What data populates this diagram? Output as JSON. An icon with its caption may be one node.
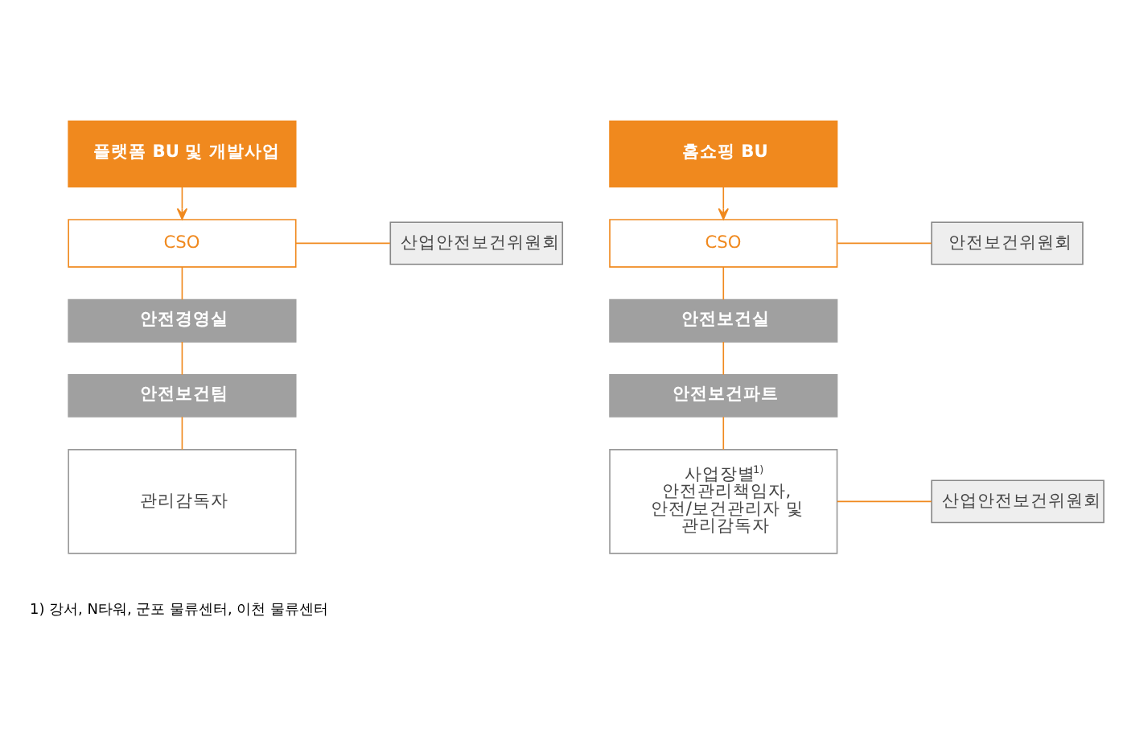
{
  "diagram": {
    "nodes": [
      {
        "text": [
          "플랫폼 BU 및 개발사업"
        ]
      },
      {
        "text": [
          "CSO"
        ]
      },
      {
        "text": [
          "산업안전보건위원회"
        ]
      },
      {
        "text": [
          "안전경영실"
        ]
      },
      {
        "text": [
          "안전보건팀"
        ]
      },
      {
        "text": [
          "관리감독자"
        ]
      },
      {
        "text": [
          "홈쇼핑 BU"
        ]
      },
      {
        "text": [
          "CSO"
        ]
      },
      {
        "text": [
          "안전보건위원회"
        ]
      },
      {
        "text": [
          "안전보건실"
        ]
      },
      {
        "text": [
          "안전보건파트"
        ]
      },
      {
        "text": [
          "사업장별$^{1)}$ 안전관리책임자, 안전/보건관리자 및 관리감독자"
        ]
      },
      {
        "text": [
          "산업안전보건위원회"
        ]
      }
    ],
    "edges": [
      {
        "from": 0,
        "to": 1,
        "arrow": "to"
      },
      {
        "from": 1,
        "to": 2,
        "arrow": "none"
      },
      {
        "from": 1,
        "to": 3,
        "arrow": "none"
      },
      {
        "from": 3,
        "to": 4,
        "arrow": "none"
      },
      {
        "from": 4,
        "to": 5,
        "arrow": "none"
      },
      {
        "from": 6,
        "to": 7,
        "arrow": "to"
      },
      {
        "from": 7,
        "to": 8,
        "arrow": "none"
      },
      {
        "from": 7,
        "to": 9,
        "arrow": "none"
      },
      {
        "from": 9,
        "to": 10,
        "arrow": "none"
      },
      {
        "from": 10,
        "to": 11,
        "arrow": "none"
      },
      {
        "from": 11,
        "to": 12,
        "arrow": "none"
      }
    ],
    "labels": [
      "1) 강서, N타워, 군포 물류센터, 이천 물류센터"
    ]
  }
}
